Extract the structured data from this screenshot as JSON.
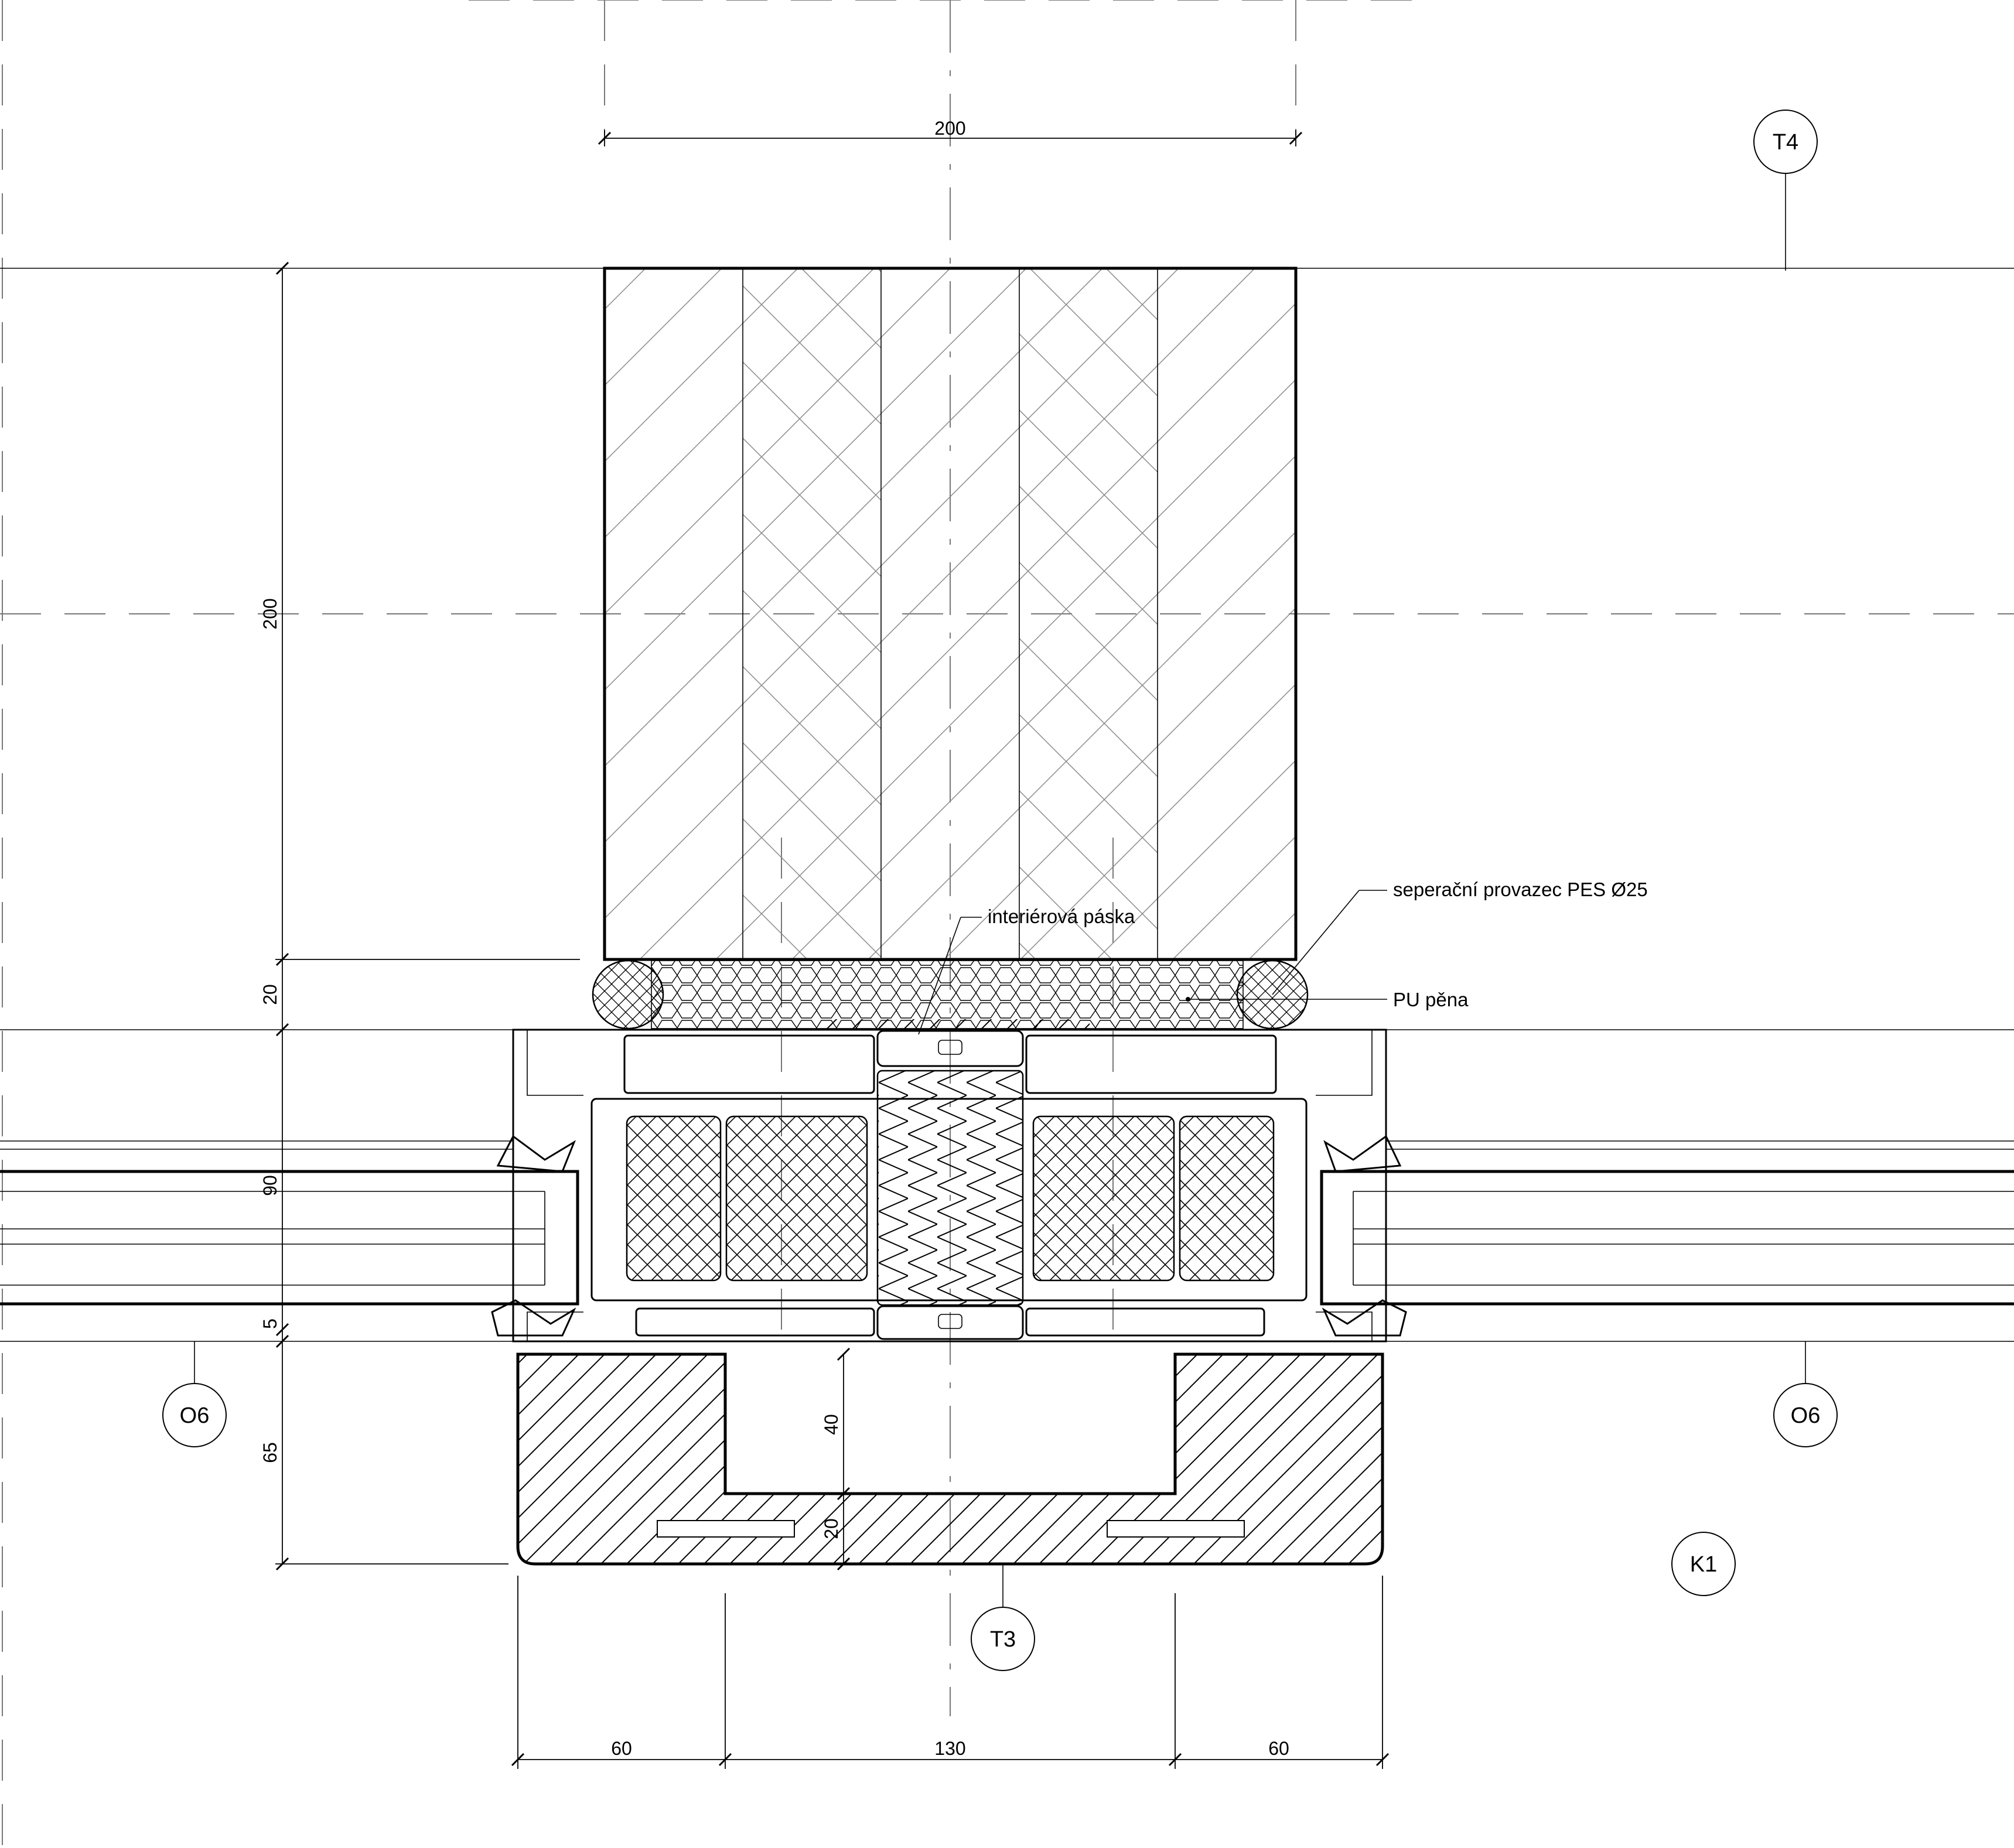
{
  "dimensions": {
    "top_width": "200",
    "left_beam_height": "200",
    "left_foam_gap": "20",
    "left_frame": "90",
    "left_small_gap": "5",
    "left_sill_height": "65",
    "sill_recess_depth": "40",
    "sill_base_thickness": "20",
    "bottom_left": "60",
    "bottom_center": "130",
    "bottom_right": "60"
  },
  "tags": {
    "t4": "T4",
    "o6_left": "O6",
    "o6_right": "O6",
    "k1": "K1",
    "t3": "T3"
  },
  "notes": {
    "separation_cord": "seperační provazec PES Ø25",
    "interior_tape": "interiérová páska",
    "pu_foam": "PU pěna"
  }
}
